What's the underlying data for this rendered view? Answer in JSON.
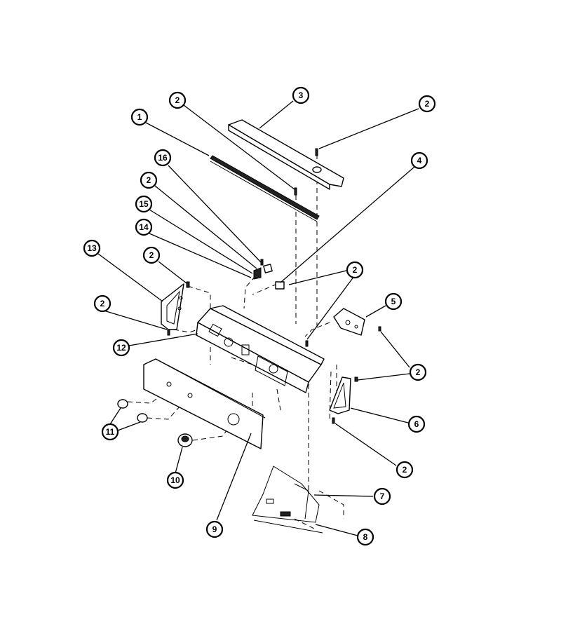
{
  "diagram": {
    "callouts": [
      {
        "label": "1"
      },
      {
        "label": "2"
      },
      {
        "label": "3"
      },
      {
        "label": "2"
      },
      {
        "label": "16"
      },
      {
        "label": "2"
      },
      {
        "label": "4"
      },
      {
        "label": "15"
      },
      {
        "label": "14"
      },
      {
        "label": "13"
      },
      {
        "label": "2"
      },
      {
        "label": "2"
      },
      {
        "label": "2"
      },
      {
        "label": "5"
      },
      {
        "label": "12"
      },
      {
        "label": "2"
      },
      {
        "label": "6"
      },
      {
        "label": "11"
      },
      {
        "label": "2"
      },
      {
        "label": "10"
      },
      {
        "label": "7"
      },
      {
        "label": "9"
      },
      {
        "label": "8"
      }
    ]
  }
}
